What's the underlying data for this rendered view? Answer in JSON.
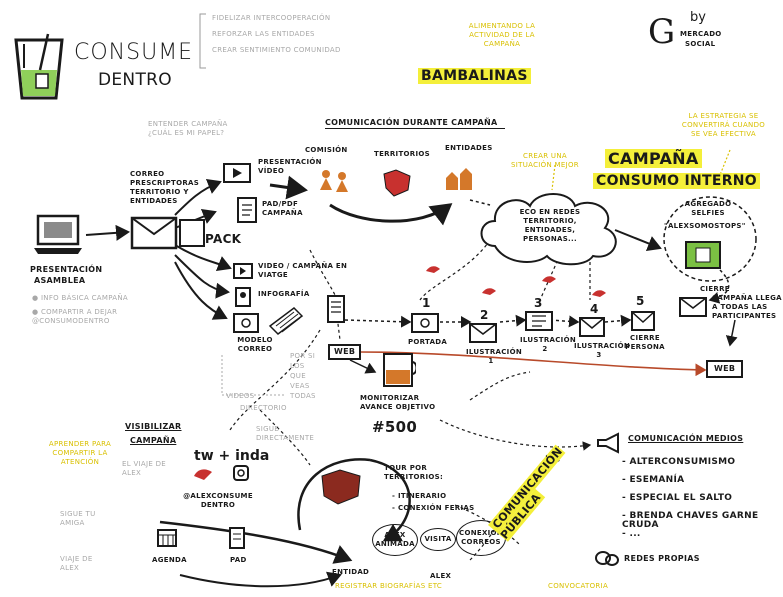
{
  "logo": {
    "title_1": "CONSUME",
    "title_2": "DENTRO",
    "notes": [
      "FIDELIZAR INTERCOOPERACIÓN",
      "REFORZAR LAS ENTIDADES",
      "CREAR SENTIMIENTO COMUNIDAD"
    ]
  },
  "byline": {
    "by": "by",
    "org_1": "MERCADO",
    "org_2": "SOCIAL"
  },
  "bambalinas": {
    "note": "ALIMENTANDO LA ACTIVIDAD DE LA CAMPAÑA",
    "title": "BAMBALINAS"
  },
  "comunicacion_campana": {
    "title": "COMUNICACIÓN DURANTE CAMPAÑA",
    "labels": [
      "COMISIÓN",
      "TERRITORIOS",
      "ENTIDADES"
    ]
  },
  "presentacion": {
    "label_1": "PRESENTACIÓN",
    "label_2": "ASAMBLEA",
    "bullets": [
      "INFO BÁSICA CAMPAÑA",
      "COMPARTIR A DEJAR @CONSUMODENTRO"
    ]
  },
  "correo": {
    "question": "ENTENDER CAMPAÑA ¿CUÁL ES MI PAPEL?",
    "label": "CORREO PRESCRIPTORAS TERRITORIO Y ENTIDADES",
    "pack": "PACK",
    "pres_video": "PRESENTACIÓN VÍDEO",
    "pdf": "PAD/PDF CAMPAÑA",
    "video_viral": "VIDEO / CAMPAÑA EN VIATGE",
    "infografia": "INFOGRAFÍA",
    "modelo": "MODELO CORREO"
  },
  "greylist": [
    "POR SI",
    "LOS",
    "QUE",
    "VEAS",
    "TODAS"
  ],
  "campana_interno": {
    "note": "LA ESTRATEGIA SE CONVERTIRÁ CUANDO SE VEA EFECTIVA",
    "title_1": "CAMPAÑA",
    "title_2": "CONSUMO INTERNO",
    "cloud": "ECO EN REDES TERRITORIO, ENTIDADES, PERSONAS...",
    "cloud_note": "CREAR UNA SITUACIÓN MEJOR",
    "selfies": "AGREGADO SELFIES",
    "selfies_tag": "\"ALEXSOMOSTOPS\"",
    "cierre": "CIERRE",
    "campana_final": "CAMPAÑA LLEGA A TODAS LAS PARTICIPANTES",
    "web": "WEB"
  },
  "steps": [
    {
      "num": "1",
      "label": "PORTADA"
    },
    {
      "num": "2",
      "label": "ILUSTRACIÓN 1"
    },
    {
      "num": "3",
      "label": "ILUSTRACIÓN 2"
    },
    {
      "num": "4",
      "label": "ILUSTRACIÓN 3"
    },
    {
      "num": "5",
      "label": "CIERRE PERSONA"
    }
  ],
  "web_left": "WEB",
  "monitor": {
    "label": "MONITORIZAR AVANCE OBJETIVO",
    "target": "#500"
  },
  "visibilizar": {
    "note": "APRENDER PARA COMPARTIR LA ATENCIÓN",
    "title_1": "VISIBILIZAR",
    "title_2": "CAMPAÑA",
    "viaje": "EL VIAJE DE ALEX",
    "social": "tw + inda",
    "handle": "@ALEXCONSUME DENTRO",
    "agenda": "AGENDA",
    "pad": "PAD",
    "grey_notes": [
      "SIGUE DIRECTAMENTE",
      "VIDEOS",
      "DIRECTORIO"
    ]
  },
  "tour": {
    "title": "TOUR POR TERRITORIOS:",
    "items": [
      "- ITINERARIO",
      "- CONEXIÓN FERIAS"
    ],
    "entidad": "ENTIDAD",
    "entidad_note": "REGISTRAR BIOGRAFÍAS ETC",
    "bubbles": [
      "ALEX ANIMADA",
      "VISITA",
      "CONEXIÓN CORREOS"
    ],
    "alex": "ALEX"
  },
  "comunicacion_publica": "COMUNICACIÓN PÚBLICA",
  "comunicacion_publica_note": "CONVOCATORIA",
  "medios": {
    "title": "COMUNICACIÓN MEDIOS",
    "items": [
      "- ALTERCONSUMISMO",
      "- ESEMANÍA",
      "- ESPECIAL EL SALTO",
      "- BRENDA CHAVES GARNE CRUDA",
      "- ..."
    ]
  },
  "redes": "REDES PROPIAS",
  "left_grey": [
    "SIGUE TU AMIGA",
    "VIAJE DE ALEX"
  ],
  "colors": {
    "accent_yellow": "#f4ef3a",
    "red": "#c8312f",
    "green": "#7bc043",
    "orange": "#d4782a",
    "line_red": "#b84a2a"
  }
}
